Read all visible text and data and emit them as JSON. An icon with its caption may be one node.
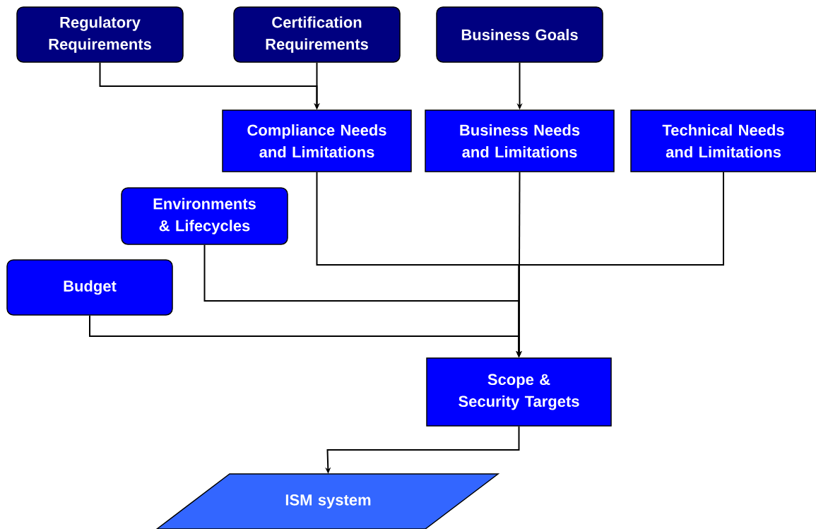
{
  "diagram": {
    "nodes": [
      {
        "text": [
          "Regulatory Requirements"
        ]
      },
      {
        "text": [
          "Certification Requirements"
        ]
      },
      {
        "text": [
          "Business Goals"
        ]
      },
      {
        "text": [
          "Compliance Needs and Limitations"
        ]
      },
      {
        "text": [
          "Business Needs and Limitations"
        ]
      },
      {
        "text": [
          "Technical Needs and Limitations"
        ]
      },
      {
        "text": [
          "Environments & Lifecycles"
        ]
      },
      {
        "text": [
          "Budget"
        ]
      },
      {
        "text": [
          "Scope & Security Targets"
        ]
      },
      {
        "text": [
          "ISM system"
        ]
      }
    ],
    "edges": [
      {
        "from": 0,
        "to": 3,
        "arrow": "to"
      },
      {
        "from": 1,
        "to": 3,
        "arrow": "to"
      },
      {
        "from": 2,
        "to": 4,
        "arrow": "to"
      },
      {
        "from": 3,
        "to": 8,
        "arrow": "to"
      },
      {
        "from": 4,
        "to": 8,
        "arrow": "to"
      },
      {
        "from": 5,
        "to": 8,
        "arrow": "to"
      },
      {
        "from": 6,
        "to": 8,
        "arrow": "to"
      },
      {
        "from": 7,
        "to": 8,
        "arrow": "to"
      },
      {
        "from": 8,
        "to": 9,
        "arrow": "to"
      }
    ]
  }
}
